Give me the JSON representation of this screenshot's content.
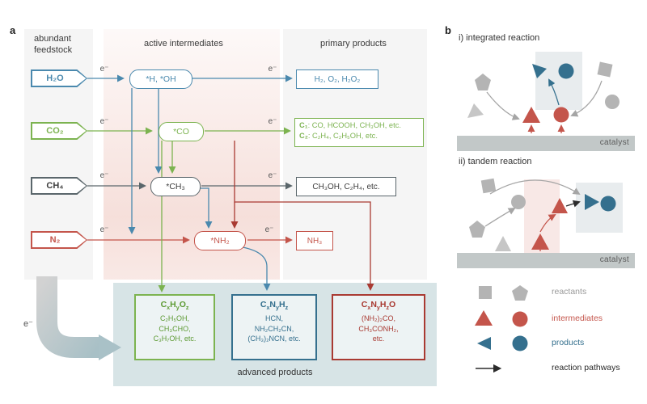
{
  "electron": "e⁻",
  "colors": {
    "blue": "#4a89ae",
    "green": "#7cb350",
    "gray": "#5a666b",
    "red": "#c4554b",
    "dark_red": "#a93a32",
    "product_blue": "#35708e",
    "shape_gray": "#b4b4b4",
    "advanced_bg": "#d7e4e6",
    "catalyst_bar": "#c2c8c8"
  },
  "panel_a": {
    "label": "a",
    "headers": [
      "abundant feedstock",
      "active intermediates",
      "primary products"
    ],
    "rows": [
      {
        "feedstock": "H₂O",
        "intermediate": "*H, *OH",
        "product": "H₂, O₂, H₂O₂"
      },
      {
        "feedstock": "CO₂",
        "intermediate": "*CO",
        "product_line1_html": "<b>C₁</b>: CO, HCOOH, CH₃OH, etc.",
        "product_line2_html": "<b>C₂</b>: C₂H₄, C₂H₅OH, etc."
      },
      {
        "feedstock": "CH₄",
        "intermediate": "*CH₃",
        "product": "CH₃OH, C₂H₄, etc."
      },
      {
        "feedstock": "N₂",
        "intermediate": "*NH₂",
        "product": "NH₃"
      }
    ],
    "advanced": {
      "caption": "advanced products",
      "boxes": [
        {
          "title_html": "C<sub>x</sub>H<sub>y</sub>O<sub>z</sub>",
          "body_html": "C₂H₅OH,<br>CH₃CHO,<br>C₃H₇OH, etc."
        },
        {
          "title_html": "C<sub>x</sub>N<sub>y</sub>H<sub>z</sub>",
          "body_html": "HCN,<br>NH₂CH₂CN,<br>(CH₃)₂NCN, etc."
        },
        {
          "title_html": "C<sub>x</sub>N<sub>y</sub>H<sub>z</sub>O",
          "body_html": "(NH₂)₂CO,<br>CH₃CONH₂,<br>etc."
        }
      ]
    }
  },
  "panel_b": {
    "label": "b",
    "section1_title": "i) integrated reaction",
    "section2_title": "ii) tandem reaction",
    "catalyst": "catalyst",
    "legend": [
      {
        "label": "reactants"
      },
      {
        "label": "intermediates"
      },
      {
        "label": "products"
      },
      {
        "label": "reaction pathways"
      }
    ]
  }
}
